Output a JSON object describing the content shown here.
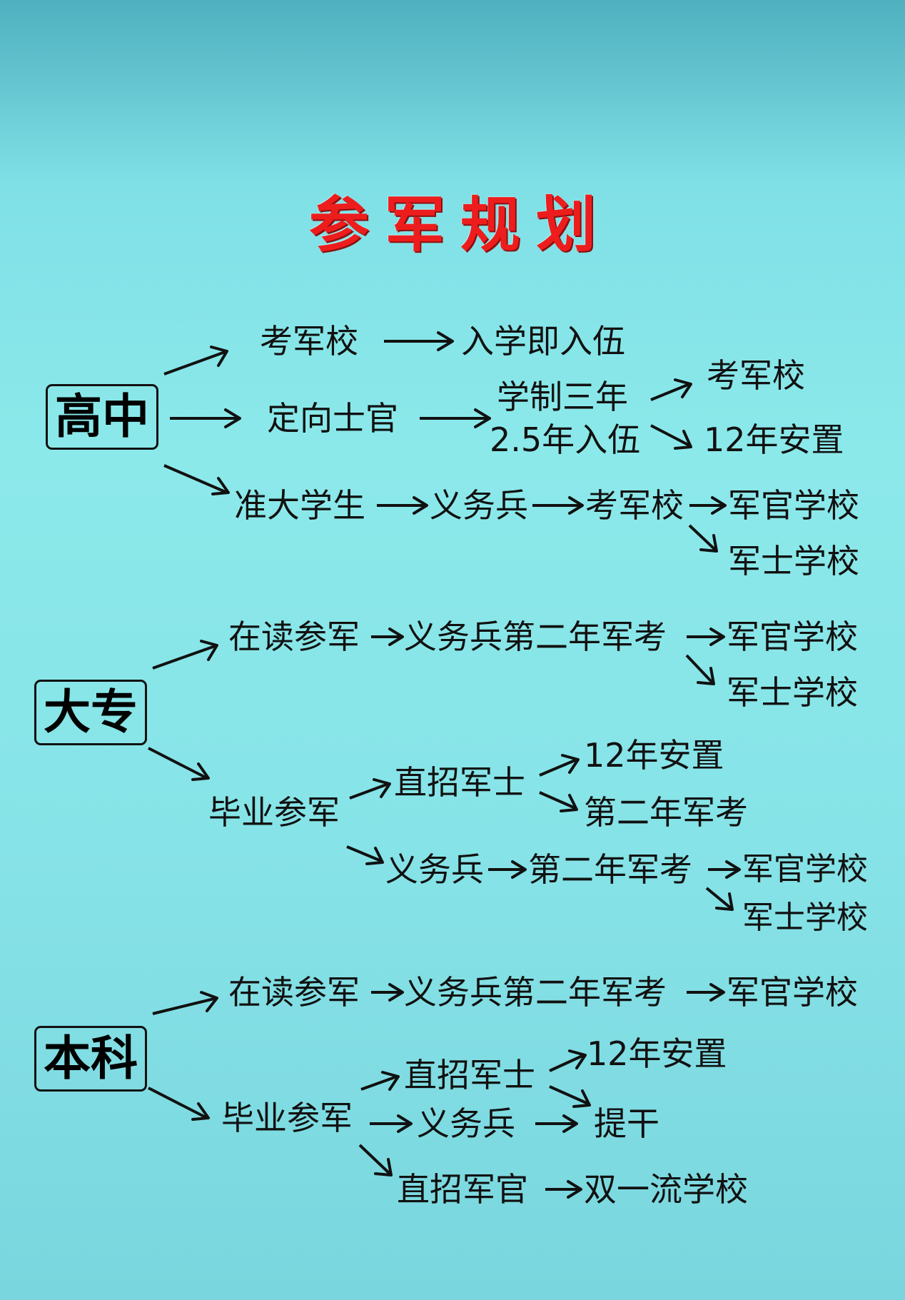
{
  "title": "参军规划",
  "categories": {
    "gaozhong": "高中",
    "dazhuan": "大专",
    "benke": "本科"
  },
  "gaozhong": {
    "kaojunxiao": "考军校",
    "ruxue_ruwu": "入学即入伍",
    "dingxiang_shiguan": "定向士官",
    "xuezhi_sannian": "学制三年",
    "ruwu_25": "2.5年入伍",
    "kaojunxiao_2": "考军校",
    "anzhi_12": "12年安置",
    "zhundaxuesheng": "准大学生",
    "yiwubing": "义务兵",
    "kaojunxiao_3": "考军校",
    "junguan_xuexiao": "军官学校",
    "junshi_xuexiao": "军士学校"
  },
  "dazhuan": {
    "zaidu_canjun": "在读参军",
    "yiwubing_kao": "义务兵第二年军考",
    "junguan_xuexiao": "军官学校",
    "junshi_xuexiao": "军士学校",
    "biye_canjun": "毕业参军",
    "zhizhao_junshi": "直招军士",
    "anzhi_12": "12年安置",
    "dierian_junkao": "第二年军考",
    "yiwubing": "义务兵",
    "dierian_junkao_2": "第二年军考",
    "junguan_xuexiao_2": "军官学校",
    "junshi_xuexiao_2": "军士学校"
  },
  "benke": {
    "zaidu_canjun": "在读参军",
    "yiwubing_kao": "义务兵第二年军考",
    "junguan_xuexiao": "军官学校",
    "biye_canjun": "毕业参军",
    "zhizhao_junshi": "直招军士",
    "anzhi_12": "12年安置",
    "yiwubing": "义务兵",
    "tigan": "提干",
    "zhizhao_junguan": "直招军官",
    "shuangyiliu": "双一流学校"
  }
}
